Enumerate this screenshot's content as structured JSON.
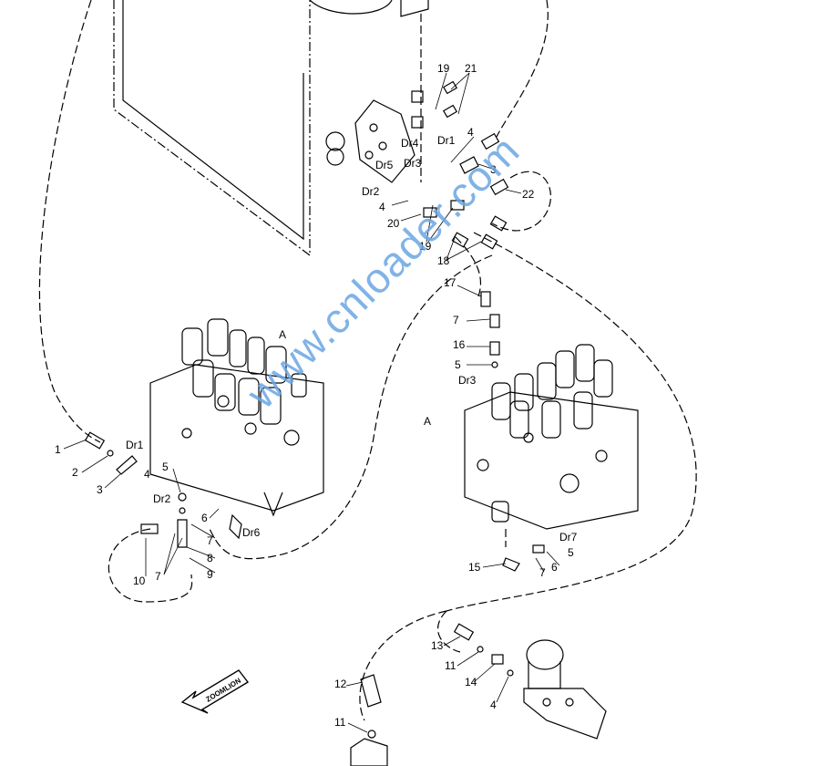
{
  "callouts": {
    "c19a": "19",
    "c21": "21",
    "cDr4": "Dr4",
    "cDr1a": "Dr1",
    "c4a": "4",
    "cDr5": "Dr5",
    "cDr3a": "Dr3",
    "c3a": "3",
    "cDr2a": "Dr2",
    "c22": "22",
    "c4b": "4",
    "c20": "20",
    "c19b": "19",
    "c18": "18",
    "c17": "17",
    "c7a": "7",
    "c16": "16",
    "c5a": "5",
    "cDr3b": "Dr3",
    "cA1": "A",
    "cA2": "A",
    "c1": "1",
    "cDr1b": "Dr1",
    "c2": "2",
    "c4c": "4",
    "c3b": "3",
    "c5b": "5",
    "cDr2b": "Dr2",
    "c6a": "6",
    "cDr6": "Dr6",
    "c7b": "7",
    "c8": "8",
    "c7c": "7",
    "c10": "10",
    "c9": "9",
    "cDr7": "Dr7",
    "c5c": "5",
    "c15": "15",
    "c7d": "7",
    "c6b": "6",
    "c13": "13",
    "c11a": "11",
    "c14": "14",
    "c4d": "4",
    "c12": "12",
    "c11b": "11"
  },
  "direction_arrow_text": "ZOOMLION",
  "watermark": "www.cnloader.com"
}
